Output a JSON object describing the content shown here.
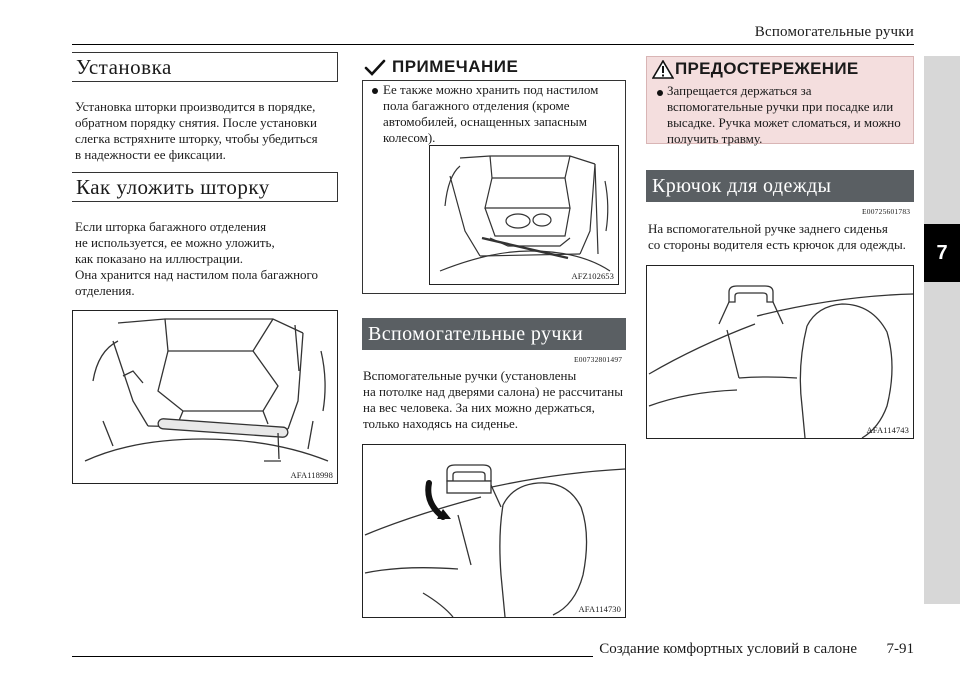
{
  "header": {
    "running_title": "Вспомогательные ручки"
  },
  "footer": {
    "section": "Создание комфортных условий в салоне",
    "page": "7-91"
  },
  "chapter_tab": "7",
  "col1": {
    "install_heading": "Установка",
    "install_lines": [
      "Установка шторки производится в порядке,",
      "обратном порядку снятия. После установки",
      "слегка встряхните шторку, чтобы убедиться",
      "в надежности ее фиксации."
    ],
    "stow_heading": "Как уложить шторку",
    "stow_lines": [
      "Если шторка багажного отделения",
      "не используется, ее можно уложить,",
      "как показано на иллюстрации.",
      "Она хранится над настилом пола багажного",
      "отделения."
    ],
    "figure_label": "AFA118998"
  },
  "col2": {
    "note_title": "ПРИМЕЧАНИЕ",
    "note_lines": [
      "Ее также можно хранить под настилом",
      "пола багажного отделения (кроме",
      "автомобилей, оснащенных запасным",
      "колесом)."
    ],
    "note_figure_label": "AFZ102653",
    "grab_heading": "Вспомогательные ручки",
    "grab_code": "E00732801497",
    "grab_lines": [
      "Вспомогательные ручки (установлены",
      "на потолке над дверями салона) не рассчитаны",
      "на вес человека. За них можно держаться,",
      "только находясь на сиденье."
    ],
    "grab_figure_label": "AFA114730"
  },
  "col3": {
    "caution_title": "ПРЕДОСТЕРЕЖЕНИЕ",
    "caution_lines": [
      "Запрещается держаться за",
      "вспомогательные ручки при посадке или",
      "высадке. Ручка может сломаться, и можно",
      "получить травму."
    ],
    "hook_heading": "Крючок для одежды",
    "hook_code": "E00725601783",
    "hook_lines": [
      "На вспомогательной ручке заднего сиденья",
      "со стороны водителя есть крючок для одежды."
    ],
    "hook_figure_label": "AFA114743"
  },
  "colors": {
    "dark_heading": "#5a5f63",
    "caution_bg": "#f4dede",
    "tab_gray": "#d7d7d7"
  }
}
